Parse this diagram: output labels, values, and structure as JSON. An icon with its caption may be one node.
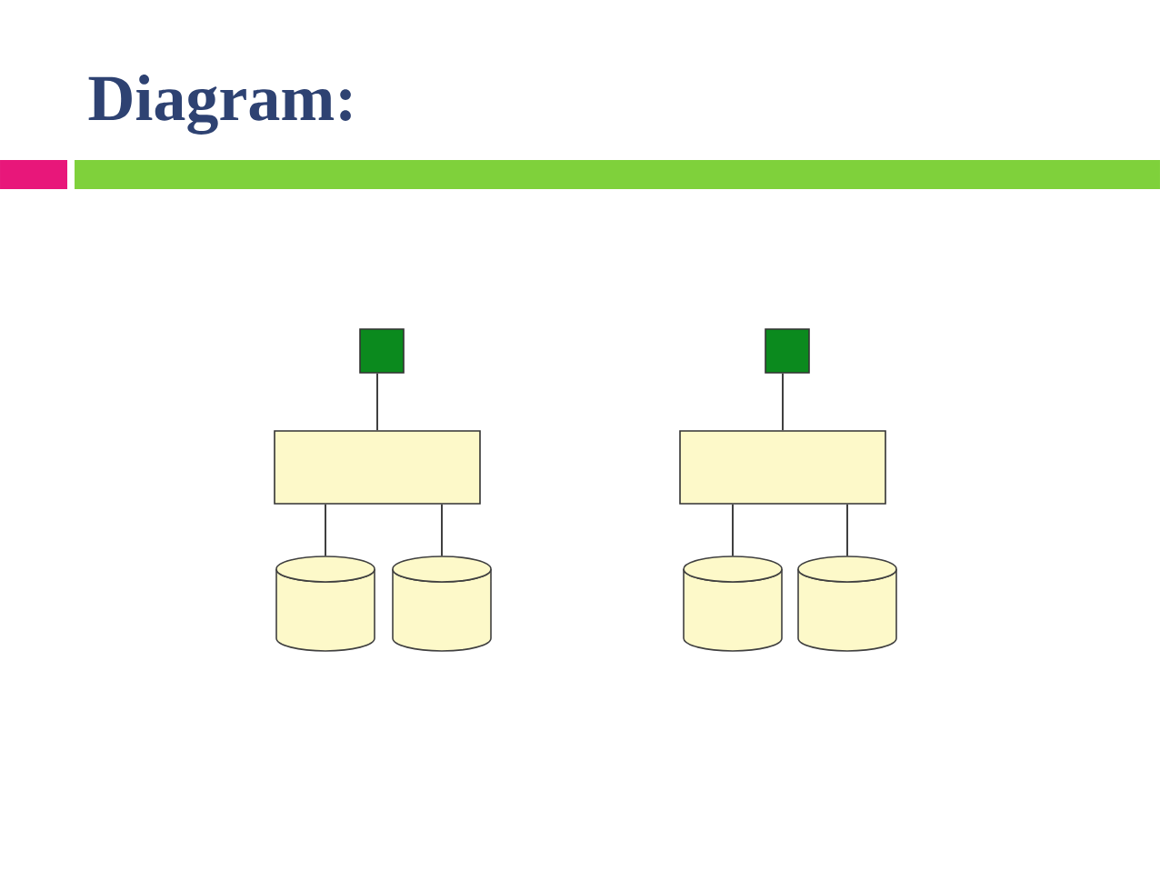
{
  "diagram": {
    "title": "Diagram:",
    "nodes": [
      {
        "text": [],
        "shape": "box"
      },
      {
        "text": [],
        "shape": "box"
      },
      {
        "text": [],
        "shape": "box"
      },
      {
        "text": [],
        "shape": "box"
      },
      {
        "text": [],
        "shape": "cylinder"
      },
      {
        "text": [],
        "shape": "cylinder"
      },
      {
        "text": [],
        "shape": "cylinder"
      },
      {
        "text": [],
        "shape": "cylinder"
      }
    ],
    "edges": [
      {
        "from": 0,
        "to": 2,
        "arrow": "none"
      },
      {
        "from": 1,
        "to": 3,
        "arrow": "none"
      },
      {
        "from": 2,
        "to": 4,
        "arrow": "none"
      },
      {
        "from": 2,
        "to": 5,
        "arrow": "none"
      },
      {
        "from": 3,
        "to": 6,
        "arrow": "none"
      },
      {
        "from": 3,
        "to": 7,
        "arrow": "none"
      }
    ]
  }
}
